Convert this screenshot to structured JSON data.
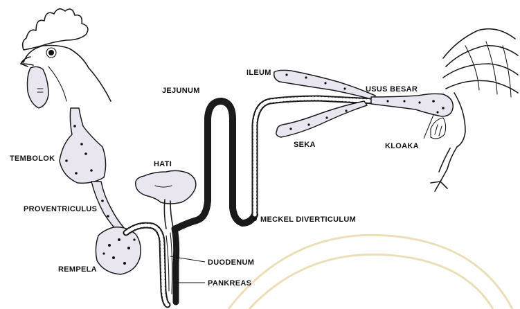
{
  "labels": {
    "jejunum": "JEJUNUM",
    "ileum": "ILEUM",
    "usus_besar": "USUS BESAR",
    "tembolok": "TEMBOLOK",
    "hati": "HATI",
    "seka": "SEKA",
    "kloaka": "KLOAKA",
    "proventriculus": "PROVENTRICULUS",
    "meckel": "MECKEL DIVERTICULUM",
    "rempela": "REMPELA",
    "duodenum": "DUODENUM",
    "pankreas": "PANKREAS"
  },
  "colors": {
    "organ_fill": "#e9e6f0",
    "outline": "#1a1a1a",
    "watermark": "#eadfb8"
  }
}
